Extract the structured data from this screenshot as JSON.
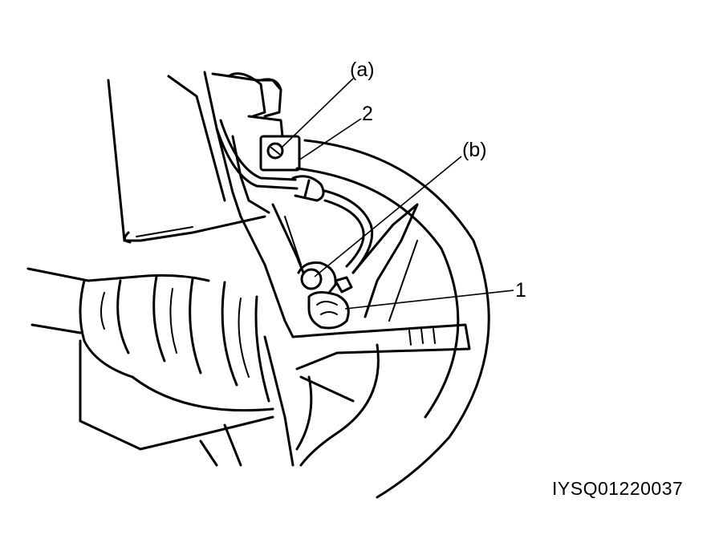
{
  "diagram": {
    "callouts": {
      "a": "(a)",
      "two": "2",
      "b": "(b)",
      "one": "1"
    },
    "figure_code": "IYSQ01220037"
  },
  "colors": {
    "ink": "#000000",
    "paper": "#ffffff"
  }
}
